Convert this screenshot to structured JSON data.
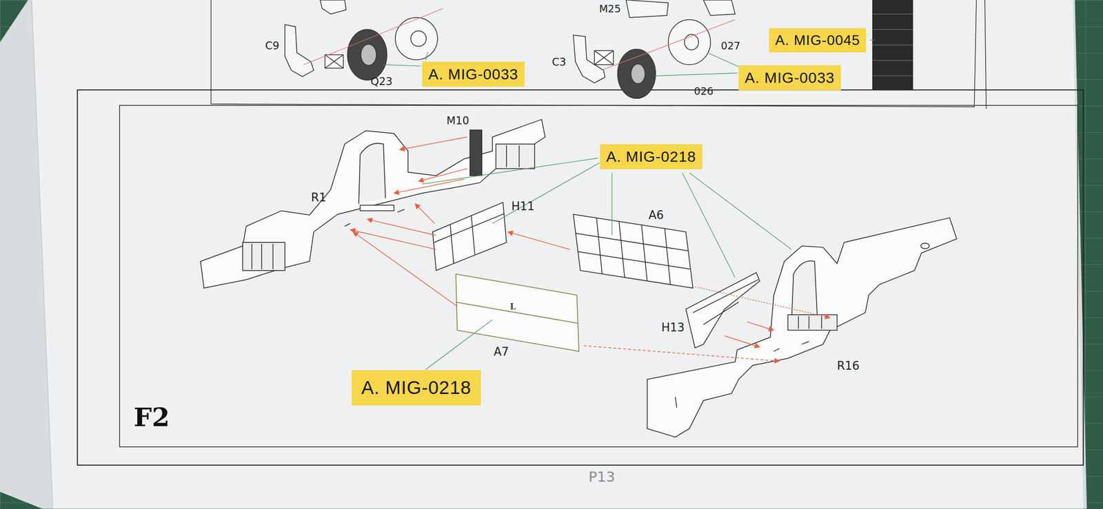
{
  "diagram": {
    "nodes": [
      {
        "text": [
          "A. MIG-0045"
        ]
      },
      {
        "text": [
          "A. MIG-0033"
        ]
      },
      {
        "text": [
          "A. MIG-0033"
        ]
      },
      {
        "text": [
          "A. MIG-0218"
        ]
      },
      {
        "text": [
          "A. MIG-0218"
        ]
      }
    ],
    "labels": [
      "M25",
      "C9",
      "Q23",
      "C3",
      "027",
      "026",
      "M10",
      "R1",
      "H11",
      "A6",
      "L",
      "A7",
      "H13",
      "R16",
      "F2",
      "P13"
    ]
  }
}
